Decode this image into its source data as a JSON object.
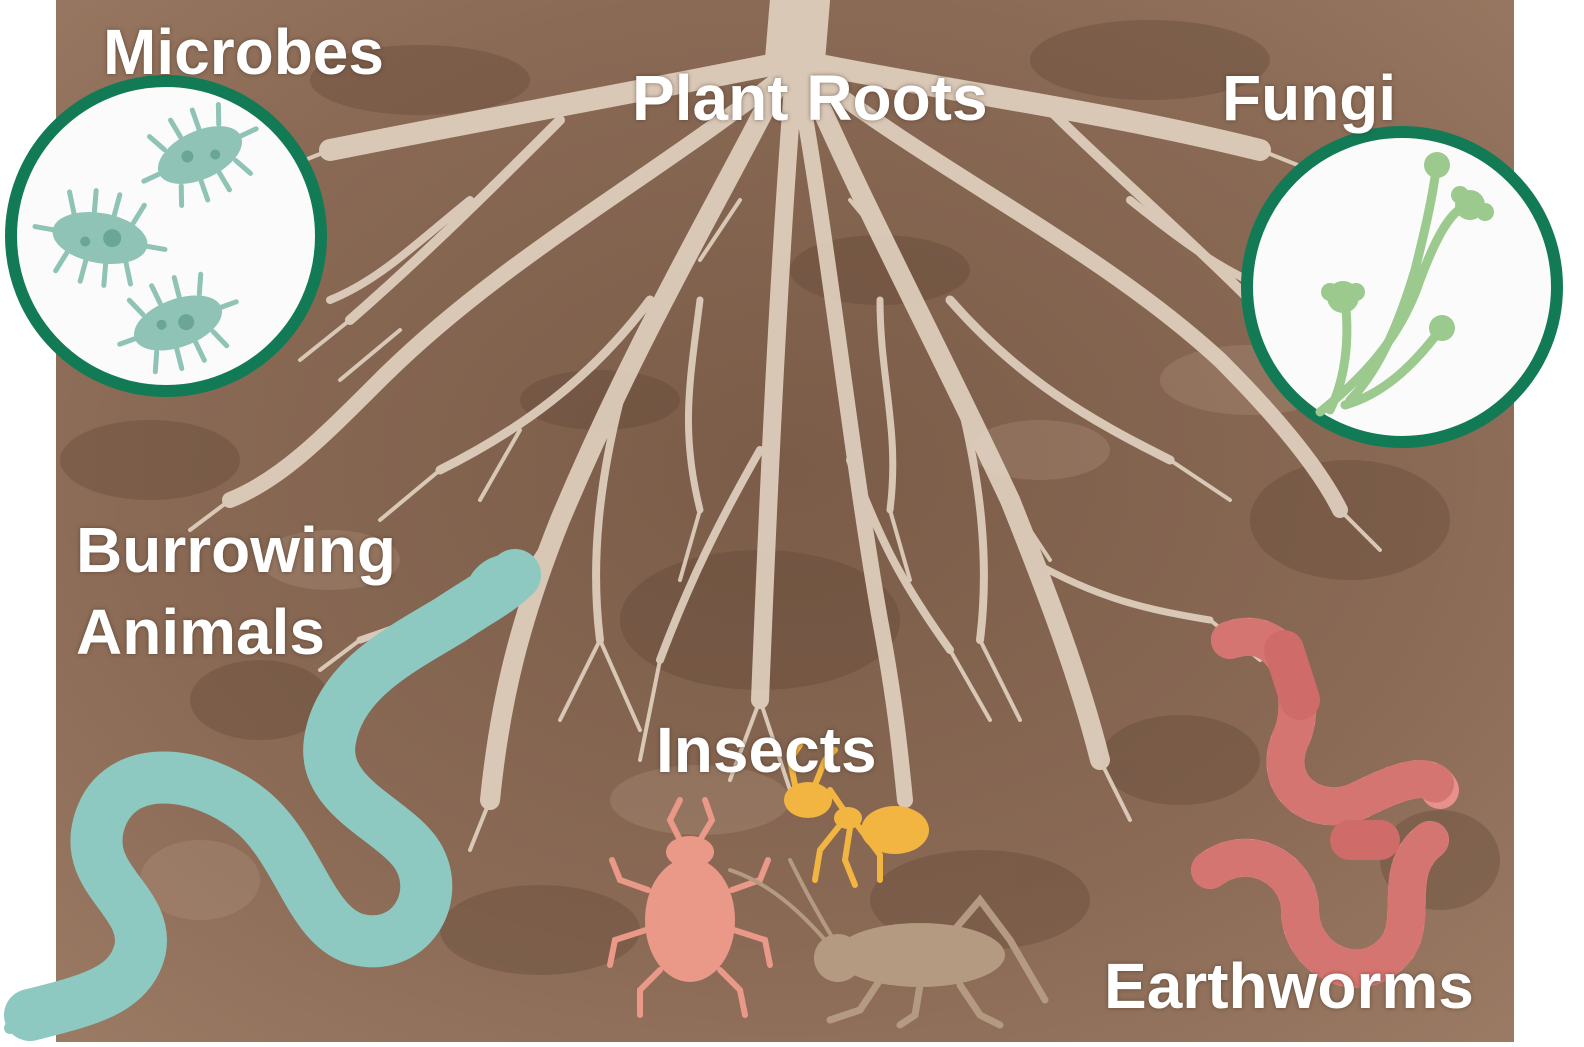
{
  "labels": {
    "microbes": "Microbes",
    "plant_roots": "Plant Roots",
    "fungi": "Fungi",
    "burrowing_line1": "Burrowing",
    "burrowing_line2": "Animals",
    "insects": "Insects",
    "earthworms": "Earthworms"
  },
  "colors": {
    "soil": "#8a6a55",
    "soil_dark": "#5e4434",
    "roots": "#e3d3c2",
    "circle_border": "#127a55",
    "microbe": "#8fc3b5",
    "fungi": "#9cc98e",
    "snake": "#8ec9c1",
    "worm": "#e8908c",
    "ant": "#f2b541",
    "beetle": "#ea9888",
    "cricket": "#b59a82"
  },
  "icons": [
    "microbe-icon",
    "fungi-icon",
    "snake-icon",
    "ant-icon",
    "beetle-icon",
    "cricket-icon",
    "earthworm-icon"
  ]
}
